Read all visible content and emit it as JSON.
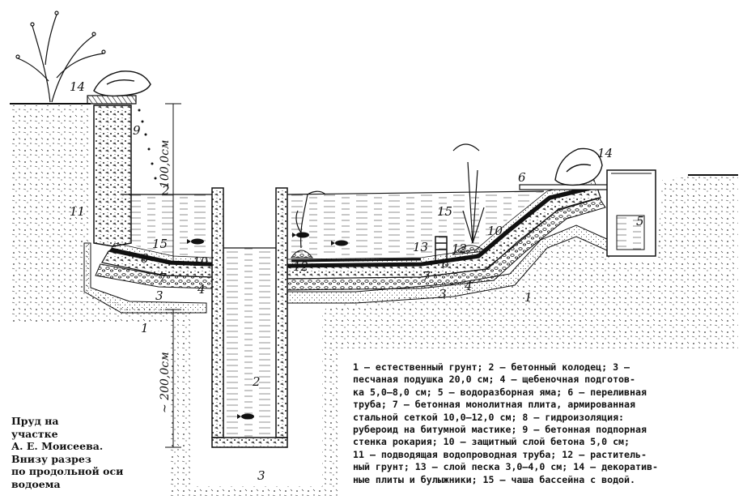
{
  "labels": {
    "n1a": "1",
    "n1b": "1",
    "n2a": "2",
    "n2b": "2",
    "n3a": "3",
    "n3b": "3",
    "n3c": "3",
    "n4a": "4",
    "n4b": "4",
    "n5": "5",
    "n6": "6",
    "n7a": "7",
    "n7b": "7",
    "n8a": "8",
    "n8b": "8",
    "n9": "9",
    "n10a": "10",
    "n10b": "10",
    "n11": "11",
    "n12a": "12",
    "n12b": "12",
    "n13": "13",
    "n14a": "14",
    "n14b": "14",
    "n15a": "15",
    "n15b": "15"
  },
  "dimensions": {
    "upper": "100,0см",
    "lower": "~ 200,0см"
  },
  "caption": {
    "lines": [
      "Пруд на",
      "участке",
      "А. Е. Моисеева.",
      "Внизу разрез",
      "по продольной оси",
      "водоема"
    ]
  },
  "legend": {
    "lines": [
      "1 — естественный грунт; 2 — бетонный колодец; 3 —",
      "песчаная подушка 20,0 см; 4 — щебеночная подготов-",
      "ка 5,0—8,0 см; 5 — водоразборная яма; 6 — переливная",
      "труба; 7 — бетонная монолитная плита, армированная",
      "стальной сеткой 10,0—12,0 см; 8 — гидроизоляция:",
      "рубероид на битумной мастике; 9 — бетонная подпорная",
      "стенка рокария; 10 — защитный слой бетона 5,0 см;",
      "11 — подводящая водопроводная труба; 12 — раститель-",
      "ный грунт; 13 — слой песка 3,0—4,0 см; 14 — декоратив-",
      "ные плиты и булыжники; 15 — чаша бассейна с водой."
    ]
  }
}
